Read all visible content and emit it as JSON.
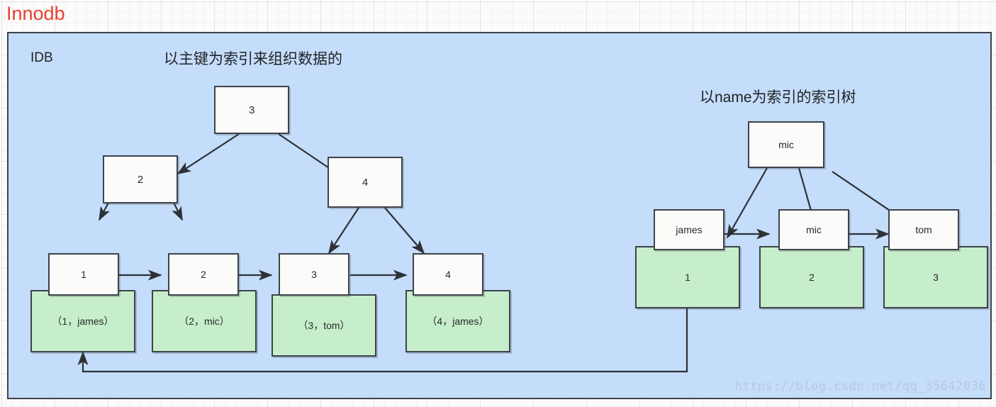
{
  "page": {
    "title": "Innodb",
    "title_color": "#e8422e",
    "watermark": "https://blog.csdn.net/qq_35642036"
  },
  "panel": {
    "label": "IDB",
    "fill_color": "#c4ddfb",
    "border_color": "#3d4249"
  },
  "clustered_index": {
    "caption": "以主键为索引来组织数据的",
    "root": {
      "label": "3"
    },
    "internal": [
      {
        "label": "2"
      },
      {
        "label": "4"
      }
    ],
    "leaves": [
      {
        "key": "1",
        "data": "（1，james）"
      },
      {
        "key": "2",
        "data": "（2，mic）"
      },
      {
        "key": "3",
        "data": "（3，tom）"
      },
      {
        "key": "4",
        "data": "（4，james）"
      }
    ]
  },
  "secondary_index": {
    "caption": "以name为索引的索引树",
    "root": {
      "label": "mic"
    },
    "leaves": [
      {
        "key": "james",
        "data": "1"
      },
      {
        "key": "mic",
        "data": "2"
      },
      {
        "key": "tom",
        "data": "3"
      }
    ]
  },
  "colors": {
    "node_fill": "#fbfbf9",
    "data_fill": "#c7eecb",
    "stroke": "#2d3136"
  }
}
